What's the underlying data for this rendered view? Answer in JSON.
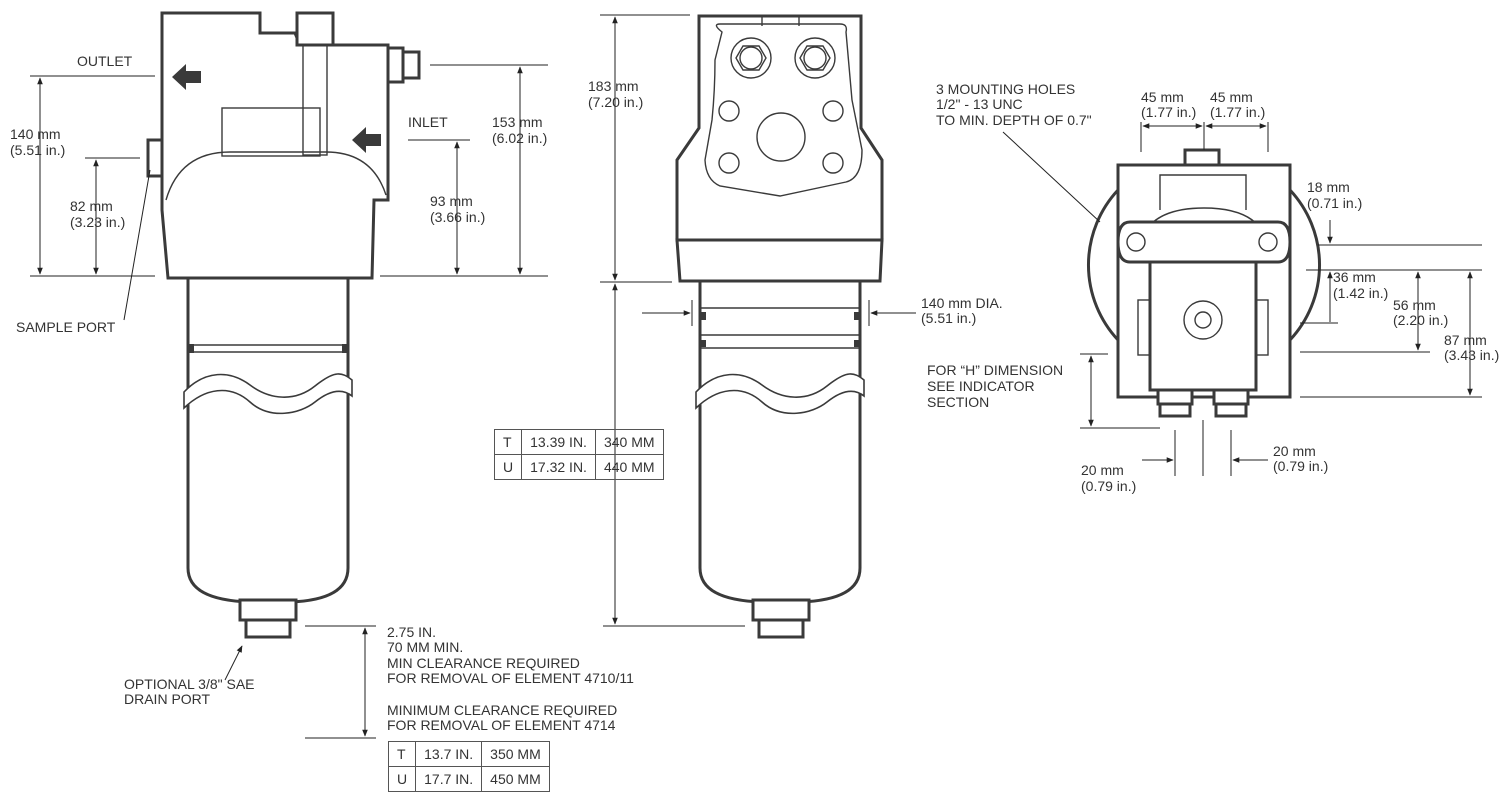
{
  "side_view": {
    "outlet": "OUTLET",
    "inlet": "INLET",
    "sample_port": "SAMPLE PORT",
    "dim_140": [
      "140 mm",
      "(5.51 in.)"
    ],
    "dim_82": [
      "82 mm",
      "(3.23 in.)"
    ],
    "dim_93": [
      "93 mm",
      "(3.66 in.)"
    ],
    "dim_153": [
      "153 mm",
      "(6.02 in.)"
    ],
    "drain_port": [
      "OPTIONAL 3/8\" SAE",
      "DRAIN PORT"
    ],
    "clearance_1": [
      "2.75 IN.",
      "70 MM MIN.",
      "MIN CLEARANCE REQUIRED",
      "FOR REMOVAL OF ELEMENT 4710/11"
    ],
    "clearance_2": [
      "MINIMUM CLEARANCE REQUIRED",
      "FOR REMOVAL OF ELEMENT 4714"
    ],
    "table": [
      [
        "T",
        "13.7 IN.",
        "350 MM"
      ],
      [
        "U",
        "17.7 IN.",
        "450 MM"
      ]
    ]
  },
  "front_view": {
    "dim_183": [
      "183 mm",
      "(7.20 in.)"
    ],
    "dim_140_dia": [
      "140 mm DIA.",
      "(5.51 in.)"
    ],
    "table": [
      [
        "T",
        "13.39 IN.",
        "340 MM"
      ],
      [
        "U",
        "17.32 IN.",
        "440 MM"
      ]
    ]
  },
  "top_view": {
    "mounting_holes": [
      "3 MOUNTING HOLES",
      "1/2\" - 13 UNC",
      "TO MIN. DEPTH OF 0.7\""
    ],
    "dim_45_left": [
      "45 mm",
      "(1.77 in.)"
    ],
    "dim_45_right": [
      "45 mm",
      "(1.77 in.)"
    ],
    "dim_18": [
      "18 mm",
      "(0.71 in.)"
    ],
    "dim_36": [
      "36 mm",
      "(1.42 in.)"
    ],
    "dim_56": [
      "56 mm",
      "(2.20 in.)"
    ],
    "dim_87": [
      "87 mm",
      "(3.43 in.)"
    ],
    "h_dimension": [
      "FOR “H” DIMENSION",
      "SEE INDICATOR",
      "SECTION"
    ],
    "dim_20_left": [
      "20 mm",
      "(0.79 in.)"
    ],
    "dim_20_right": [
      "20 mm",
      "(0.79 in.)"
    ]
  }
}
